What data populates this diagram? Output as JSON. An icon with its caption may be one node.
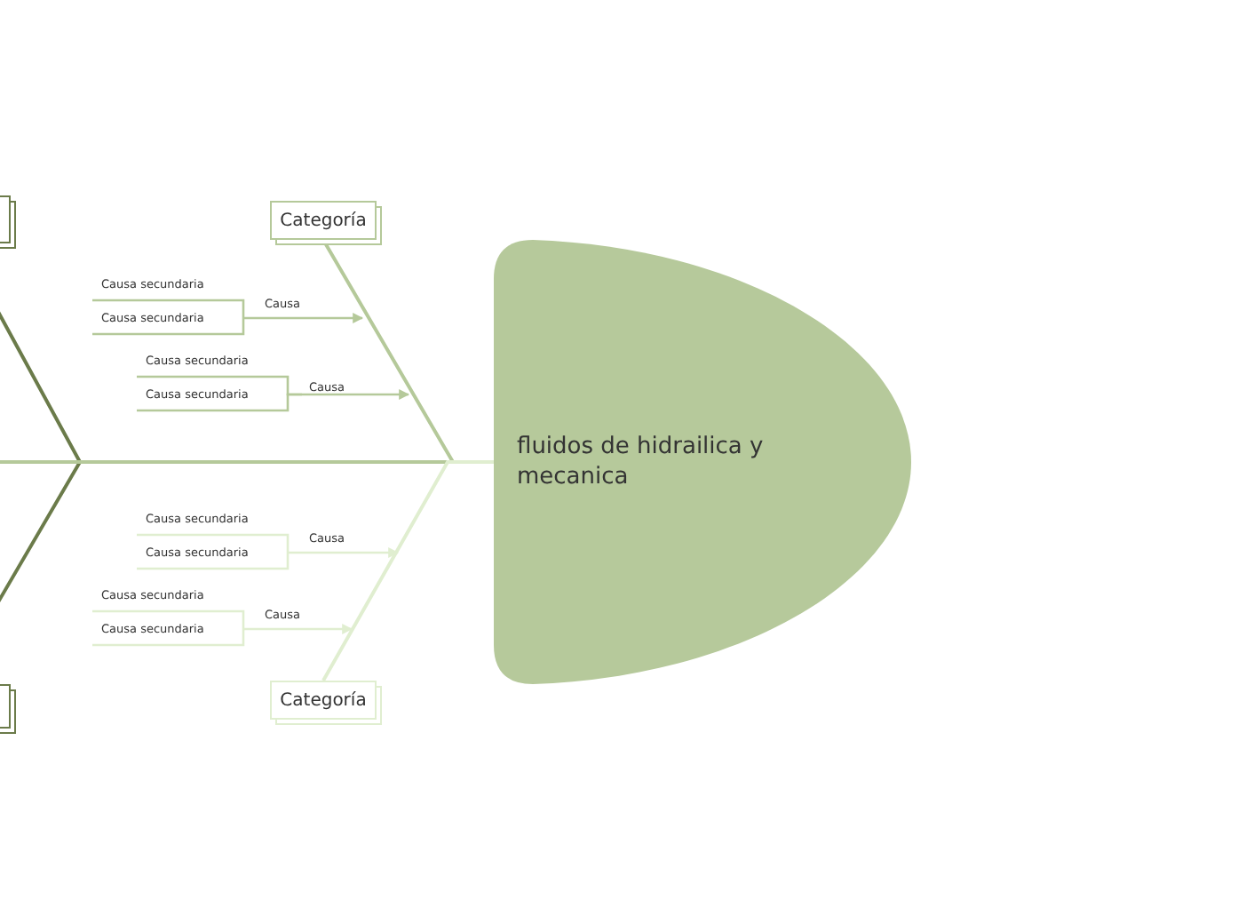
{
  "diagram": {
    "nodes": [
      {
        "text": [],
        "shape": "box"
      },
      {
        "text": [
          "Categoría"
        ]
      },
      {
        "text": [
          "Causa secundaria"
        ]
      },
      {
        "text": [
          "Causa secundaria"
        ]
      },
      {
        "text": [
          "Causa"
        ]
      },
      {
        "text": [
          "Causa secundaria"
        ]
      },
      {
        "text": [
          "Causa secundaria"
        ]
      },
      {
        "text": [
          "Causa"
        ]
      },
      {
        "text": [
          "fluidos de hidrailica y mecanica"
        ]
      },
      {
        "text": [
          "Causa secundaria"
        ]
      },
      {
        "text": [
          "Causa secundaria"
        ]
      },
      {
        "text": [
          "Causa"
        ]
      },
      {
        "text": [
          "Causa secundaria"
        ]
      },
      {
        "text": [
          "Causa secundaria"
        ]
      },
      {
        "text": [
          "Causa"
        ]
      },
      {
        "text": [
          "Categoría"
        ]
      },
      {
        "text": [],
        "shape": "box"
      }
    ],
    "edges": [
      {
        "from": 2,
        "to": 4,
        "arrow": "none"
      },
      {
        "from": 3,
        "to": 4,
        "arrow": "none"
      },
      {
        "from": 4,
        "to": null,
        "arrow": "to"
      },
      {
        "from": 5,
        "to": 7,
        "arrow": "none"
      },
      {
        "from": 6,
        "to": 7,
        "arrow": "none"
      },
      {
        "from": 7,
        "to": null,
        "arrow": "to"
      },
      {
        "from": 1,
        "to": 8,
        "arrow": "none"
      },
      {
        "from": 0,
        "to": 8,
        "arrow": "none",
        "color": "#6b7b4a"
      },
      {
        "from": 16,
        "to": 8,
        "arrow": "none",
        "color": "#6b7b4a"
      },
      {
        "from": null,
        "to": 8,
        "arrow": "none"
      },
      {
        "from": 9,
        "to": 11,
        "arrow": "none",
        "color": "#e0eed0"
      },
      {
        "from": 10,
        "to": 11,
        "arrow": "none",
        "color": "#e0eed0"
      },
      {
        "from": 11,
        "to": null,
        "arrow": "to",
        "color": "#e0eed0"
      },
      {
        "from": 12,
        "to": 14,
        "arrow": "none",
        "color": "#e0eed0"
      },
      {
        "from": 13,
        "to": 14,
        "arrow": "none",
        "color": "#e0eed0"
      },
      {
        "from": 14,
        "to": null,
        "arrow": "to",
        "color": "#e0eed0"
      },
      {
        "from": 15,
        "to": 8,
        "arrow": "none",
        "color": "#e0eed0"
      }
    ]
  }
}
